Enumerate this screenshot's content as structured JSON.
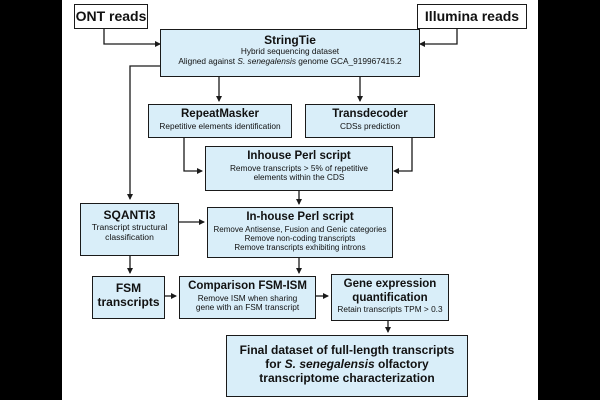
{
  "nodes": {
    "ont": {
      "title": "ONT reads"
    },
    "illumina": {
      "title": "Illumina reads"
    },
    "stringtie": {
      "title": "StringTie",
      "line1": "Hybrid sequencing dataset",
      "line2_pre": "Aligned against ",
      "line2_species": "S. senegalensis",
      "line2_post": " genome GCA_919967415.2"
    },
    "repeatmasker": {
      "title": "RepeatMasker",
      "line1": "Repetitive elements identification"
    },
    "transdecoder": {
      "title": "Transdecoder",
      "line1": "CDSs prediction"
    },
    "perl1": {
      "title": "Inhouse Perl script",
      "line1": "Remove transcripts > 5% of repetitive",
      "line2": "elements within the CDS"
    },
    "sqanti": {
      "title": "SQANTI3",
      "line1": "Transcript structural",
      "line2": "classification"
    },
    "perl2": {
      "title": "In-house Perl script",
      "line1": "Remove Antisense, Fusion and Genic categories",
      "line2": "Remove non-coding transcripts",
      "line3": "Remove transcripts exhibiting introns"
    },
    "fsm": {
      "title_line1": "FSM",
      "title_line2": "transcripts"
    },
    "comparison": {
      "title": "Comparison FSM-ISM",
      "line1": "Remove ISM when sharing",
      "line2": "gene with an FSM transcript"
    },
    "geneexpr": {
      "title_line1": "Gene expression",
      "title_line2": "quantification",
      "line1": "Retain transcripts TPM > 0.3"
    },
    "final": {
      "line1": "Final dataset of full-length transcripts",
      "line2_pre": "for ",
      "line2_species": "S. senegalensis",
      "line2_post": " olfactory",
      "line3": "transcriptome characterization"
    }
  },
  "colors": {
    "box_fill": "#d9eef9",
    "border": "#1a1a1a",
    "arrow": "#1a1a1a",
    "background": "#ffffff"
  }
}
